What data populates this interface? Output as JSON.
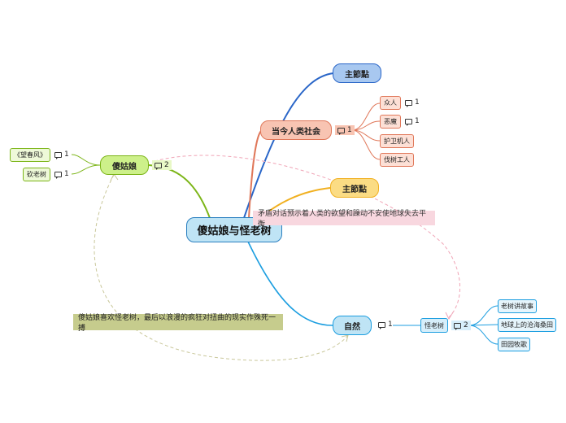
{
  "center": {
    "label": "傻姑娘与怪老树"
  },
  "topics": {
    "t1": {
      "label": "主節點"
    },
    "t2": {
      "label": "当今人类社会",
      "badge": "1",
      "children": [
        {
          "label": "众人",
          "badge": "1"
        },
        {
          "label": "恶魔",
          "badge": "1"
        },
        {
          "label": "护卫机人"
        },
        {
          "label": "伐树工人"
        }
      ]
    },
    "t3": {
      "label": "主節點"
    },
    "t4": {
      "label": "自然",
      "badge": "1",
      "child": {
        "label": "怪老树",
        "badge": "2",
        "children": [
          {
            "label": "老树讲故事"
          },
          {
            "label": "地球上的沧海桑田"
          },
          {
            "label": "田园牧歌"
          }
        ]
      }
    },
    "t5": {
      "label": "傻姑娘",
      "badge": "2",
      "children": [
        {
          "label": "《望春风》",
          "badge": "1"
        },
        {
          "label": "砍老树",
          "badge": "1"
        }
      ]
    }
  },
  "callouts": {
    "pink": "矛盾对话预示着人类的欲望和躁动不安使地球失去平衡",
    "olive": "傻姑娘喜欢怪老树，最后以浪漫的疯狂对扭曲的现实作殊死一搏"
  },
  "colors": {
    "blue": "#2a66c8",
    "orange_red": "#e0785a",
    "gold": "#f1b020",
    "sky": "#3aa8e0",
    "green": "#7cb518",
    "salmon_fill": "#f8c4b2",
    "note_pink": "#f8d7df",
    "note_olive": "#c6cc8d"
  }
}
